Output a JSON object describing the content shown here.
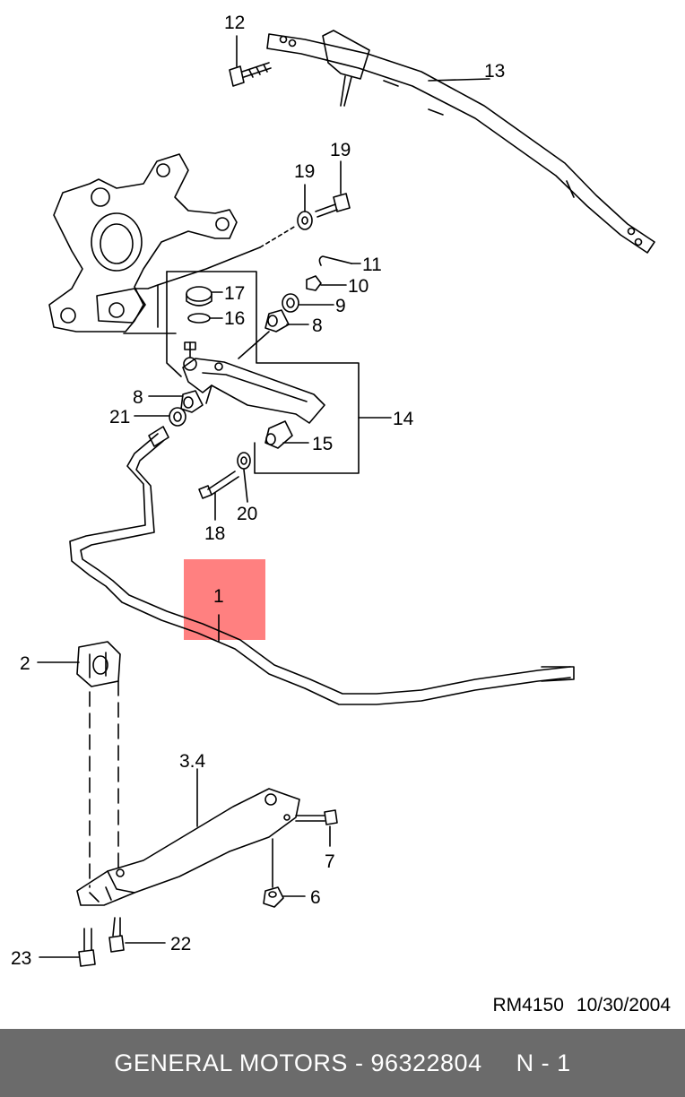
{
  "callouts": [
    {
      "id": "1",
      "text": "1"
    },
    {
      "id": "2",
      "text": "2"
    },
    {
      "id": "3",
      "text": "3.4"
    },
    {
      "id": "6",
      "text": "6"
    },
    {
      "id": "7",
      "text": "7"
    },
    {
      "id": "8a",
      "text": "8"
    },
    {
      "id": "8b",
      "text": "8"
    },
    {
      "id": "9",
      "text": "9"
    },
    {
      "id": "10",
      "text": "10"
    },
    {
      "id": "11",
      "text": "11"
    },
    {
      "id": "12",
      "text": "12"
    },
    {
      "id": "13",
      "text": "13"
    },
    {
      "id": "14",
      "text": "14"
    },
    {
      "id": "15",
      "text": "15"
    },
    {
      "id": "16",
      "text": "16"
    },
    {
      "id": "17",
      "text": "17"
    },
    {
      "id": "18",
      "text": "18"
    },
    {
      "id": "19a",
      "text": "19"
    },
    {
      "id": "19b",
      "text": "19"
    },
    {
      "id": "20",
      "text": "20"
    },
    {
      "id": "21",
      "text": "21"
    },
    {
      "id": "22",
      "text": "22"
    },
    {
      "id": "23",
      "text": "23"
    }
  ],
  "highlight": {
    "part": "1",
    "color": "#ff8080"
  },
  "reference": {
    "code": "RM4150",
    "date": "10/30/2004"
  },
  "footer": {
    "brand": "GENERAL MOTORS",
    "separator": "-",
    "part_number": "96322804",
    "note": "N - 1"
  },
  "colors": {
    "footer_bg": "#6b6b6b",
    "footer_text": "#ffffff",
    "line": "#000000"
  }
}
